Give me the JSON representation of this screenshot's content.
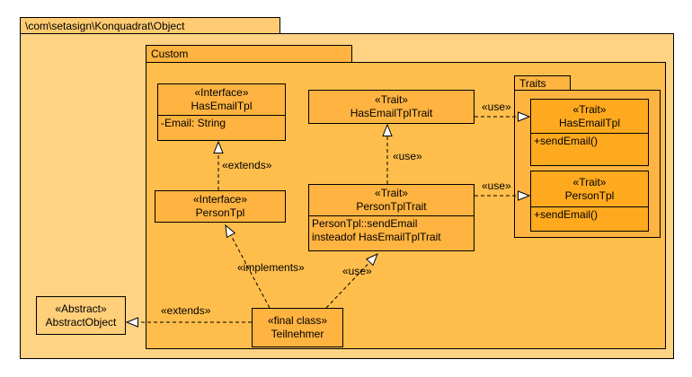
{
  "packages": {
    "root": {
      "label": "\\com\\setasign\\Konquadrat\\Object"
    },
    "custom": {
      "label": "Custom"
    },
    "traits": {
      "label": "Traits"
    }
  },
  "classes": {
    "has_email_tpl_interface": {
      "stereotype": "«Interface»",
      "name": "HasEmailTpl",
      "attributes": [
        "-Email: String"
      ]
    },
    "has_email_tpl_trait": {
      "stereotype": "«Trait»",
      "name": "HasEmailTplTrait"
    },
    "person_tpl_interface": {
      "stereotype": "«Interface»",
      "name": "PersonTpl"
    },
    "person_tpl_trait": {
      "stereotype": "«Trait»",
      "name": "PersonTplTrait",
      "body_lines": [
        "PersonTpl::sendEmail",
        "insteadof HasEmailTplTrait"
      ]
    },
    "traits_has_email_tpl": {
      "stereotype": "«Trait»",
      "name": "HasEmailTpl",
      "methods": [
        "+sendEmail()"
      ]
    },
    "traits_person_tpl": {
      "stereotype": "«Trait»",
      "name": "PersonTpl",
      "methods": [
        "+sendEmail()"
      ]
    },
    "teilnehmer": {
      "stereotype": "«final class»",
      "name": "Teilnehmer"
    },
    "abstract_object": {
      "stereotype": "«Abstract»",
      "name": "AbstractObject"
    }
  },
  "relations": {
    "extends_iface": {
      "label": "«extends»"
    },
    "use_vert": {
      "label": "«use»"
    },
    "use_h_top": {
      "label": "«use»"
    },
    "use_h_bottom": {
      "label": "«use»"
    },
    "implements": {
      "label": "«implements»"
    },
    "use_diag": {
      "label": "«use»"
    },
    "extends_abstract": {
      "label": "«extends»"
    }
  },
  "colors": {
    "outer-fill": "#FFD384",
    "outer-tab-fill": "#FFCB72",
    "custom-fill": "#FFBE4C",
    "custom-tab-fill": "#FFB340",
    "traits-fill": "#FFB340",
    "box-fill": "#FFB340",
    "inner-box-fill": "#FFA91F",
    "abstract-fill": "#FFCF7A",
    "line": "#000000"
  }
}
